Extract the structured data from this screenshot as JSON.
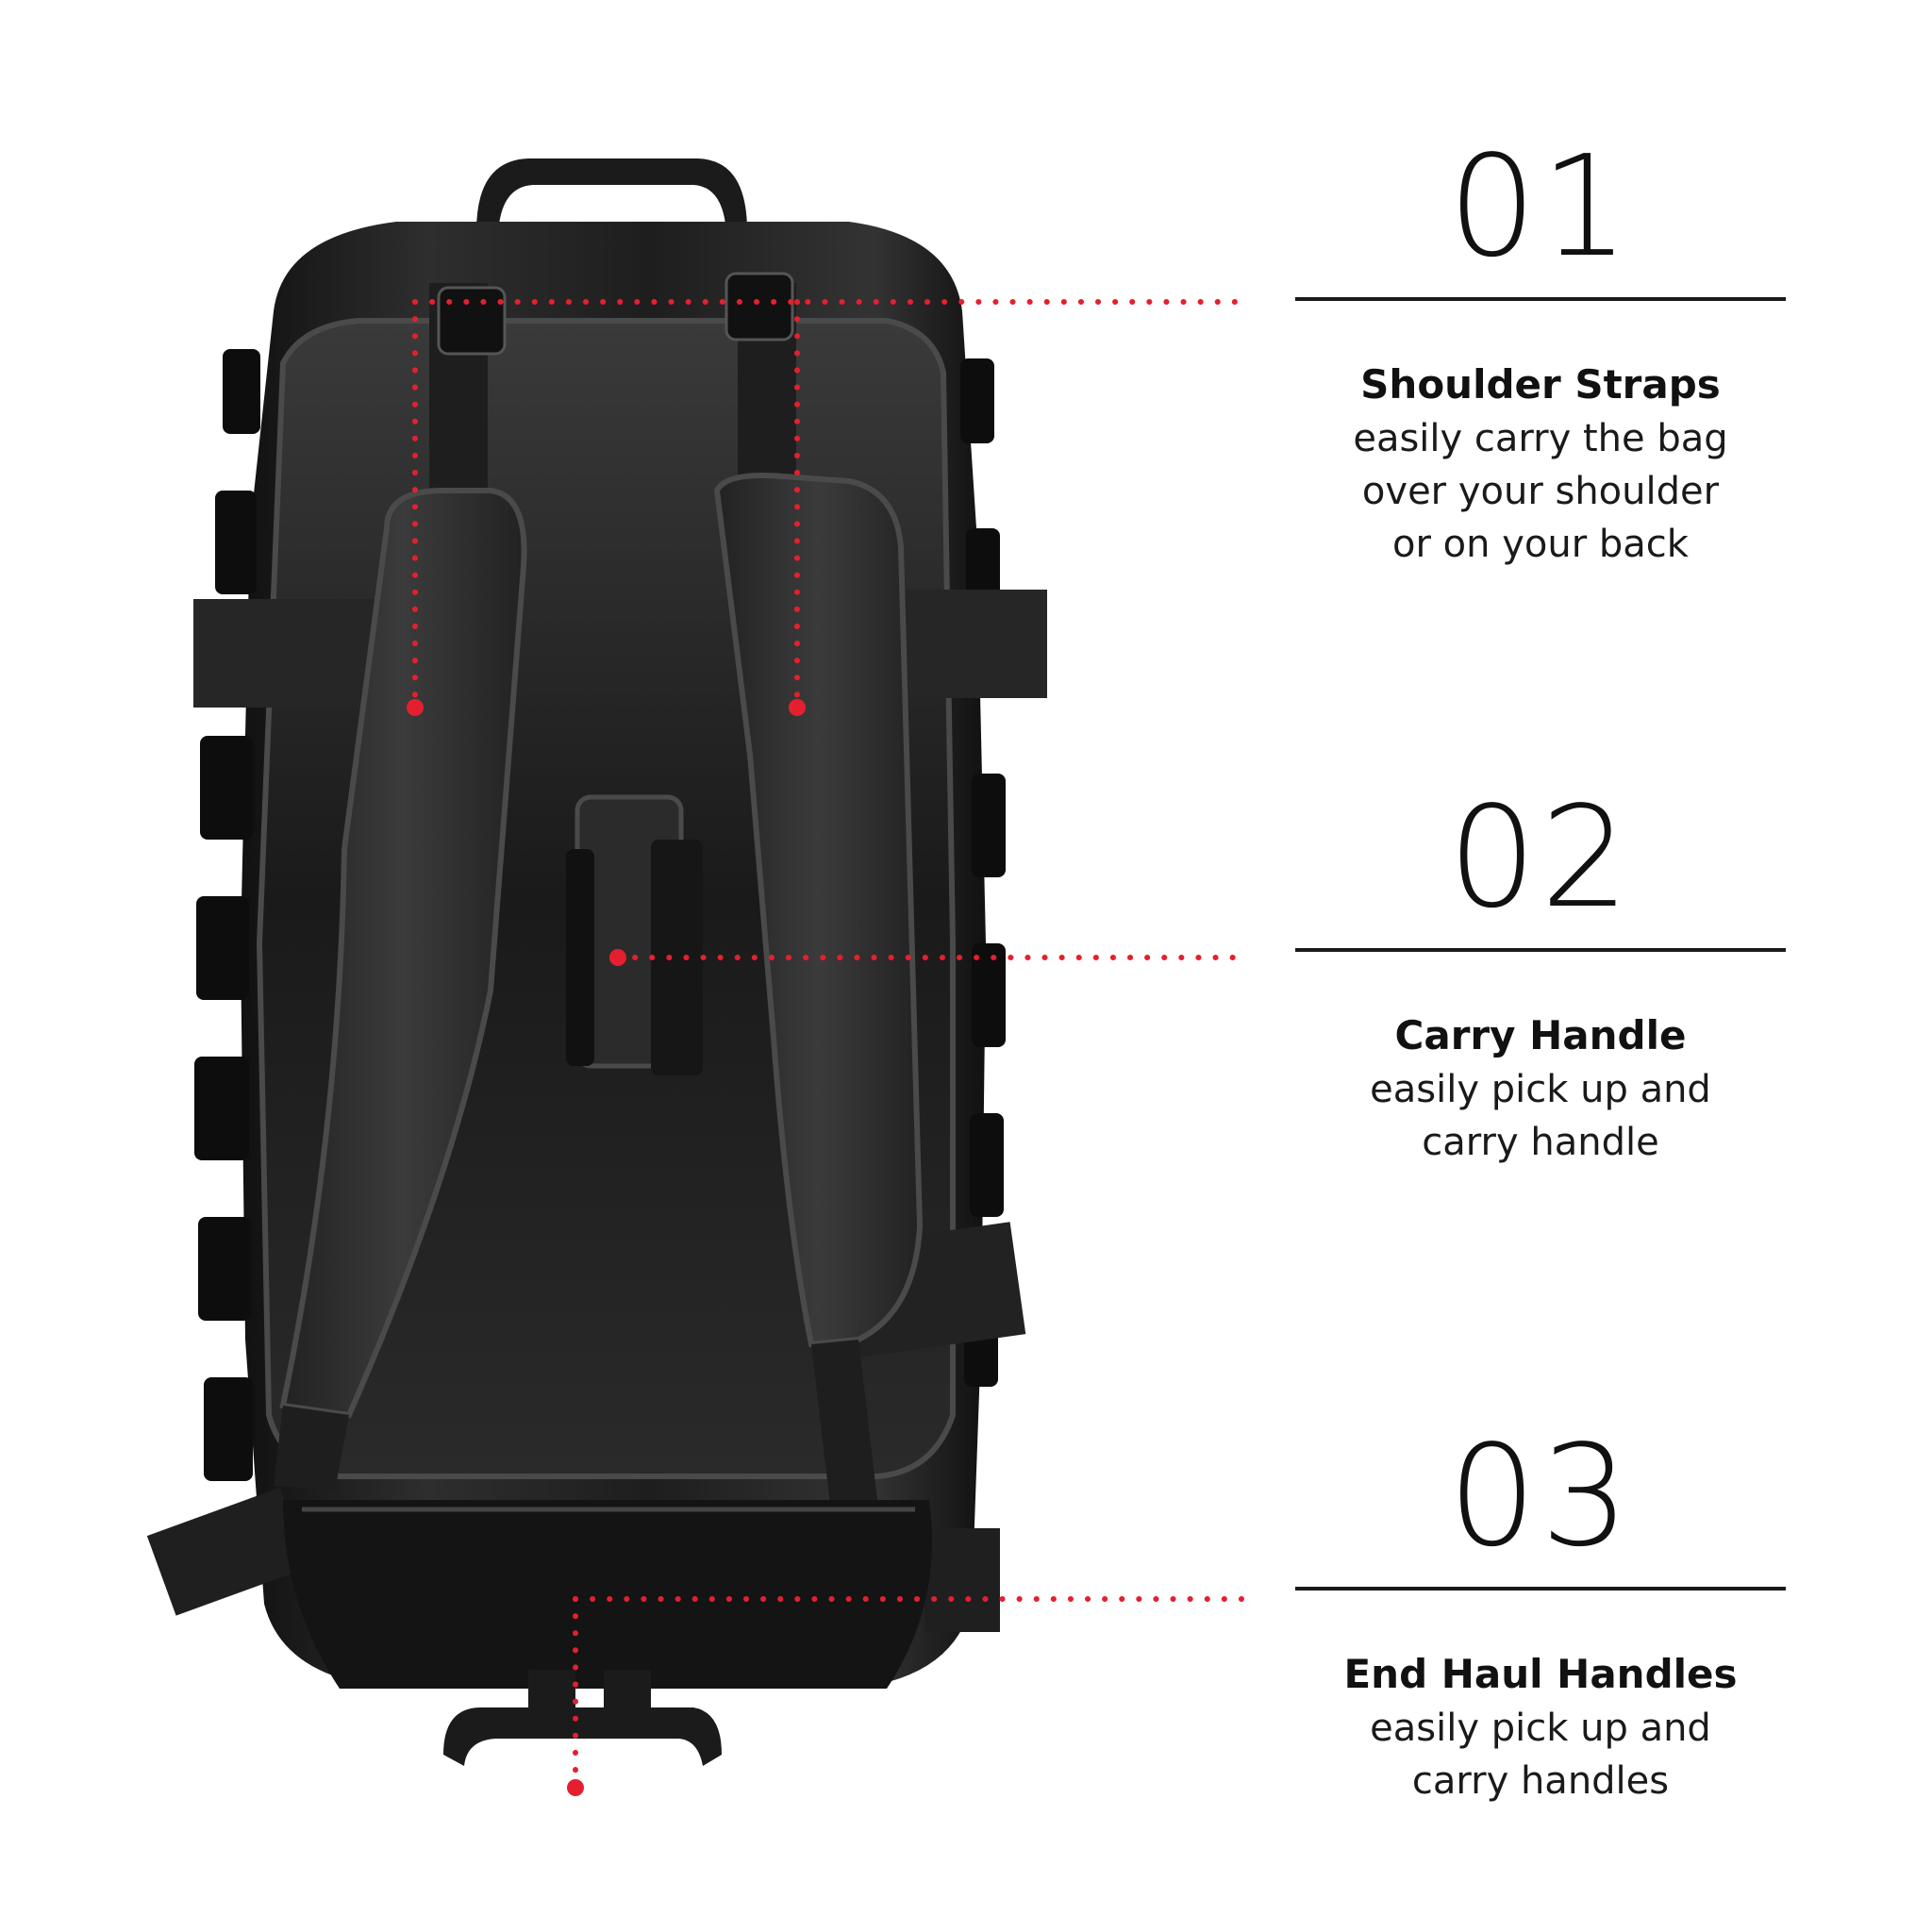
{
  "colors": {
    "background": "#ffffff",
    "bag": "#1c1c1c",
    "bag_highlight": "#3a3a3a",
    "strap": "#2a2a2a",
    "callout_dots": "#e4202e",
    "text": "#111111"
  },
  "features": [
    {
      "number": "01",
      "title": "Shoulder Straps",
      "description_lines": [
        "easily carry the bag",
        "over your shoulder",
        "or on your back"
      ]
    },
    {
      "number": "02",
      "title": "Carry Handle",
      "description_lines": [
        "easily pick up and",
        "carry handle"
      ]
    },
    {
      "number": "03",
      "title": "End Haul Handles",
      "description_lines": [
        "easily pick up and",
        "carry handles"
      ]
    }
  ]
}
